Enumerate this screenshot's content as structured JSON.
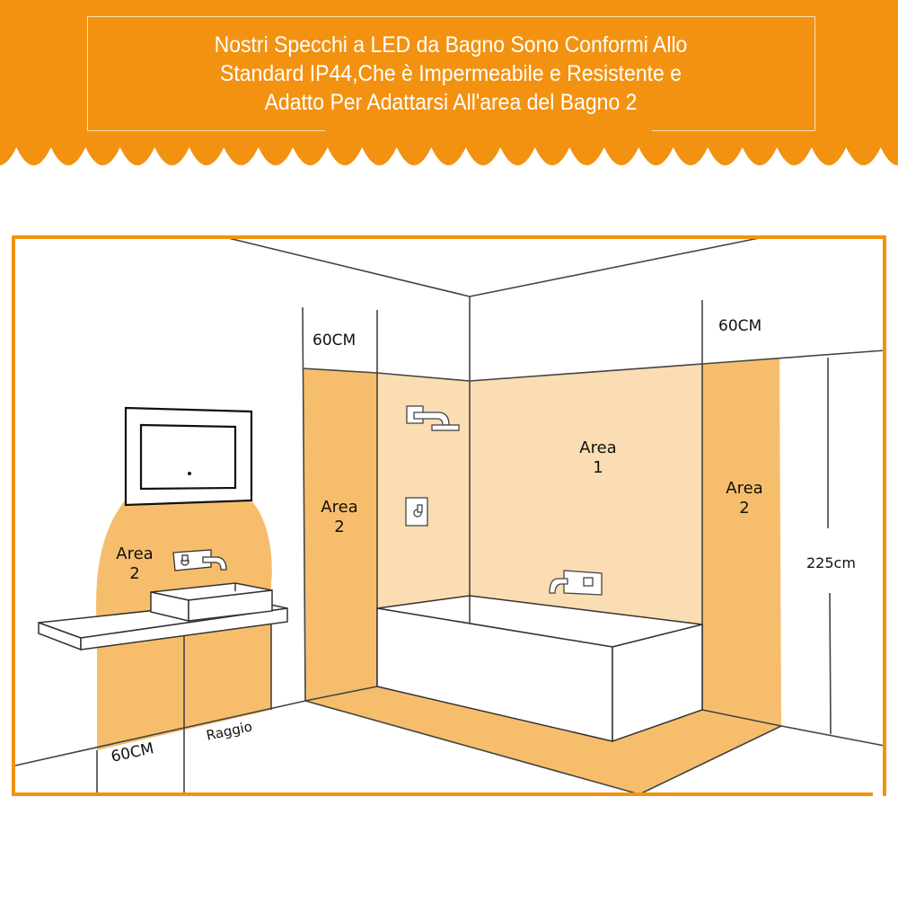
{
  "banner": {
    "title_lines": [
      "Nostri Specchi a LED da Bagno Sono Conformi Allo",
      "Standard IP44,Che è Impermeabile e Resistente e",
      "Adatto Per Adattarsi All'area del Bagno 2"
    ],
    "background_color": "#F39211"
  },
  "diagram": {
    "frame_color": "#F39211",
    "zone_colors": {
      "area1": "#FBDDB3",
      "area2": "#F6BE6C"
    },
    "labels": {
      "left_wall_area": {
        "word": "Area",
        "number": "2"
      },
      "shower_wall_area": {
        "word": "Area",
        "number": "2"
      },
      "center_area": {
        "word": "Area",
        "number": "1"
      },
      "right_area": {
        "word": "Area",
        "number": "2"
      },
      "dim_top_left": "60CM",
      "dim_top_right": "60CM",
      "dim_bottom_left": "60CM",
      "dim_radius": "Raggio",
      "dim_height": "225cm"
    },
    "objects": [
      "led-mirror",
      "wash-basin",
      "counter-top",
      "basin-faucet",
      "shower-head",
      "shower-control",
      "bathtub",
      "bath-faucet"
    ]
  }
}
